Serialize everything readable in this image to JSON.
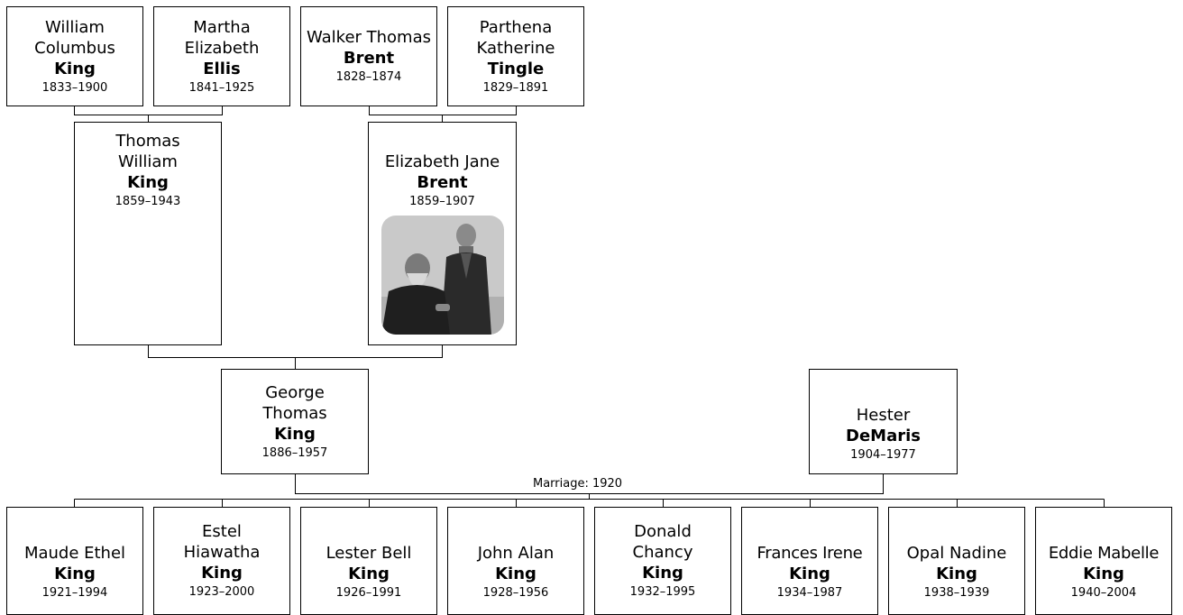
{
  "marriage_label": "Marriage: 1920",
  "people": {
    "wc": {
      "given": "William Columbus",
      "surname": "King",
      "dates": "1833–1900"
    },
    "me": {
      "given": "Martha Elizabeth",
      "surname": "Ellis",
      "dates": "1841–1925"
    },
    "wt": {
      "given": "Walker Thomas",
      "surname": "Brent",
      "dates": "1828–1874"
    },
    "pk": {
      "given": "Parthena Katherine",
      "surname": "Tingle",
      "dates": "1829–1891"
    },
    "tw": {
      "given": "Thomas William",
      "surname": "King",
      "dates": "1859–1943"
    },
    "ej": {
      "given": "Elizabeth Jane",
      "surname": "Brent",
      "dates": "1859–1907"
    },
    "gt": {
      "given": "George Thomas",
      "surname": "King",
      "dates": "1886–1957"
    },
    "hd": {
      "given": "Hester",
      "surname": "DeMaris",
      "dates": "1904–1977"
    },
    "c1": {
      "given": "Maude Ethel",
      "surname": "King",
      "dates": "1921–1994"
    },
    "c2": {
      "given": "Estel Hiawatha",
      "surname": "King",
      "dates": "1923–2000"
    },
    "c3": {
      "given": "Lester Bell",
      "surname": "King",
      "dates": "1926–1991"
    },
    "c4": {
      "given": "John Alan",
      "surname": "King",
      "dates": "1928–1956"
    },
    "c5": {
      "given": "Donald Chancy",
      "surname": "King",
      "dates": "1932–1995"
    },
    "c6": {
      "given": "Frances Irene",
      "surname": "King",
      "dates": "1934–1987"
    },
    "c7": {
      "given": "Opal Nadine",
      "surname": "King",
      "dates": "1938–1939"
    },
    "c8": {
      "given": "Eddie Mabelle",
      "surname": "King",
      "dates": "1940–2004"
    }
  }
}
